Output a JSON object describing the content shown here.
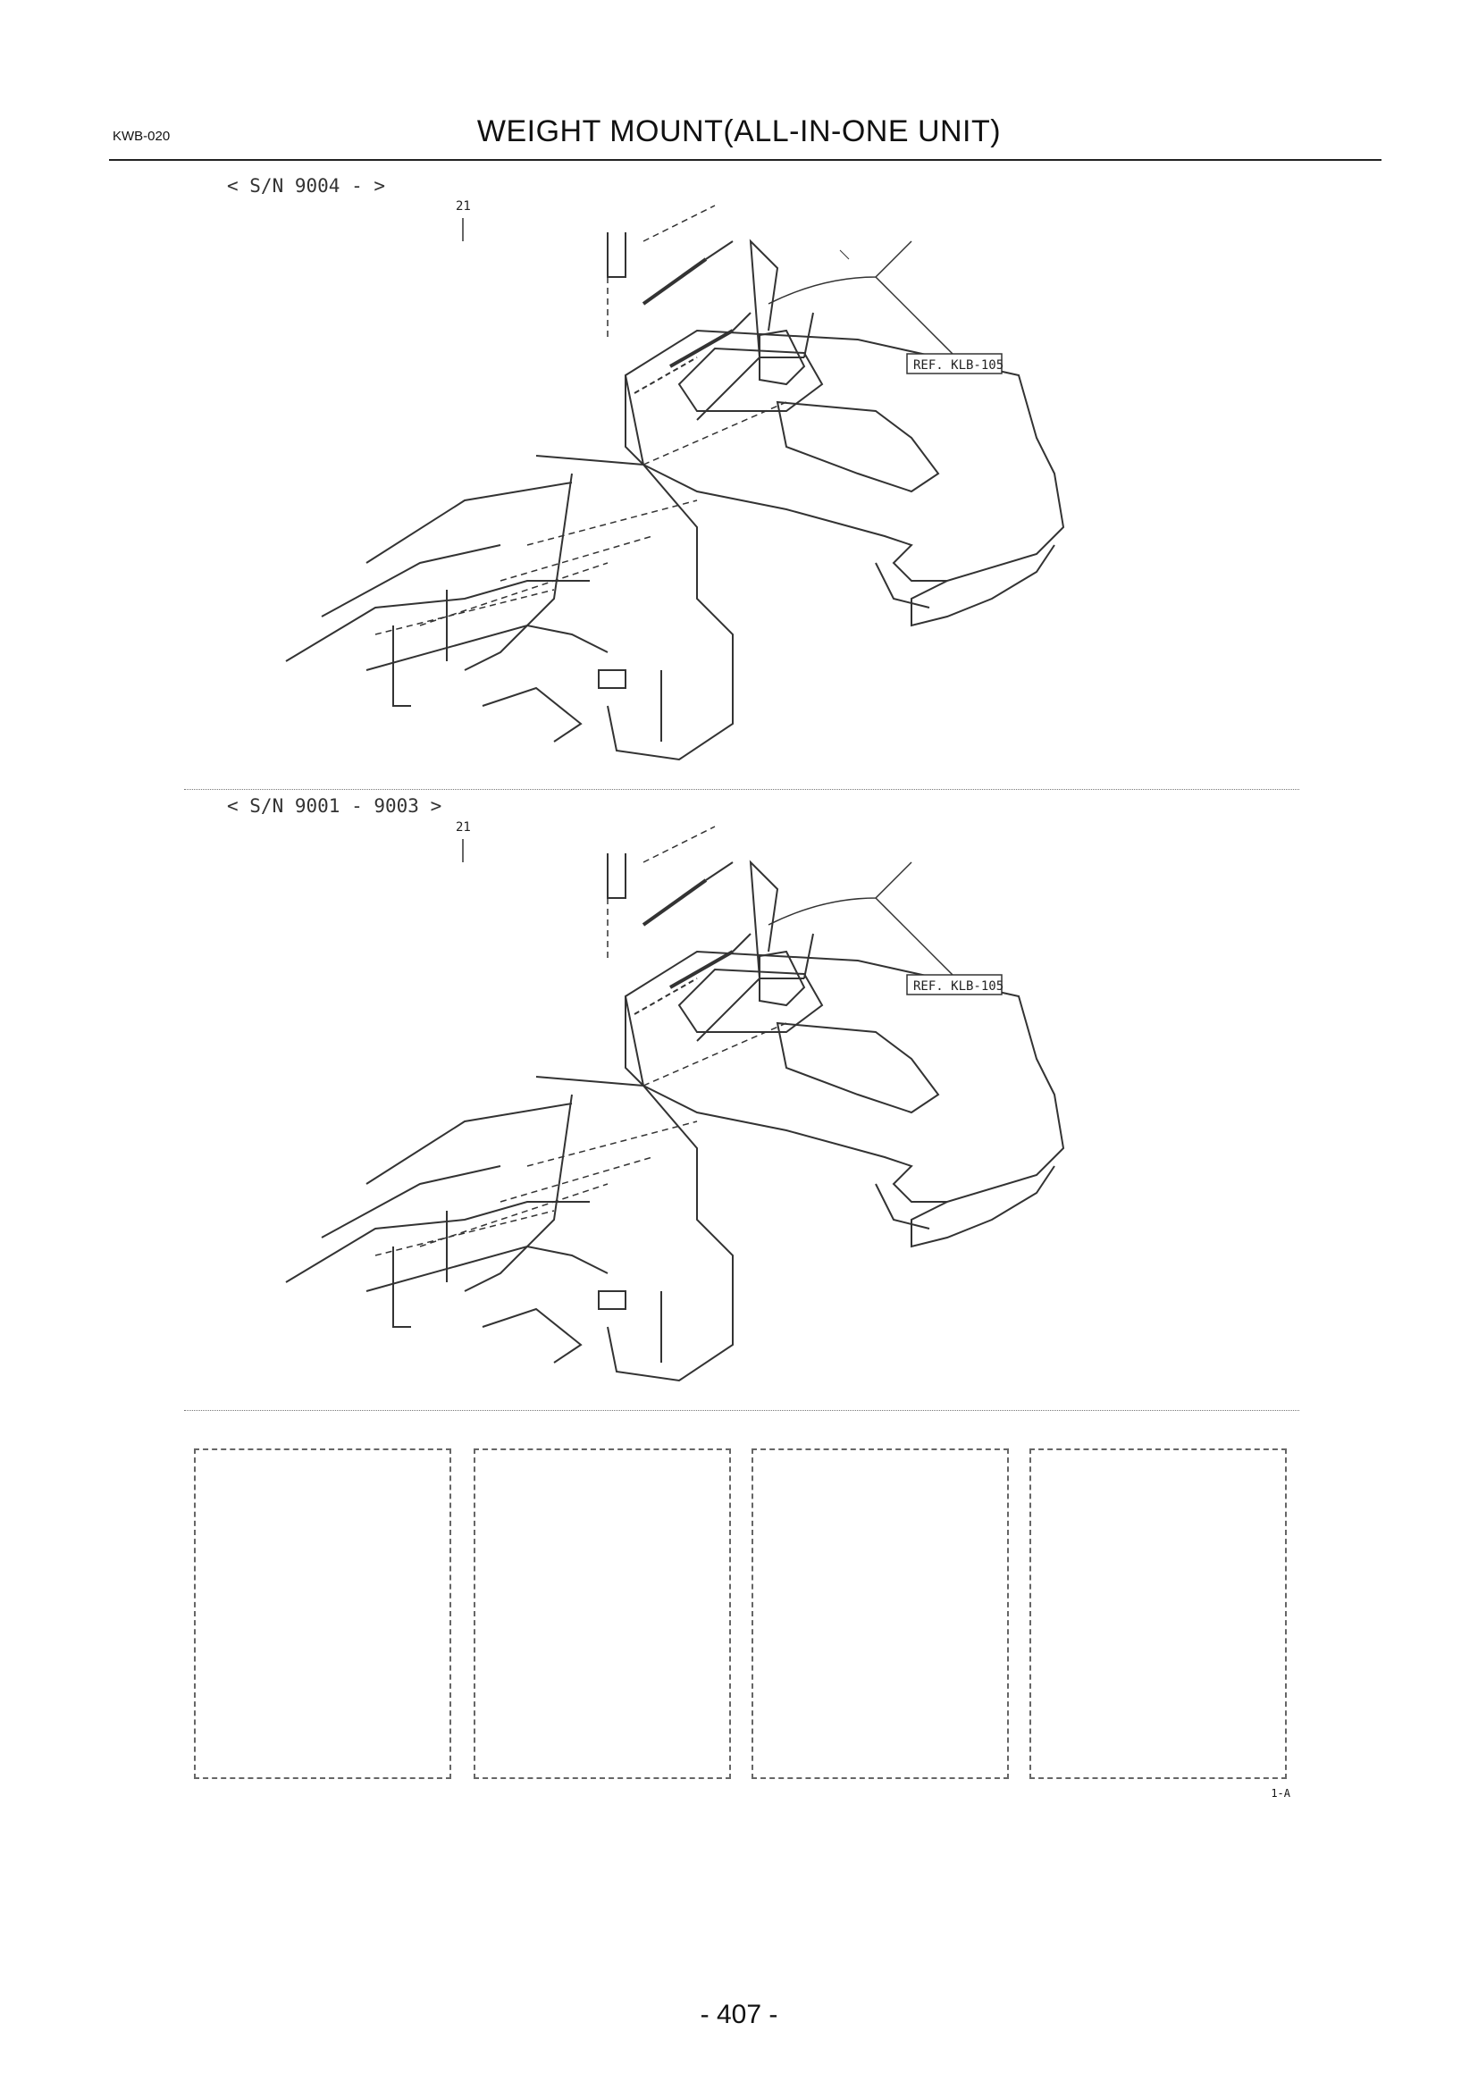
{
  "header": {
    "code": "KWB-020",
    "title": "WEIGHT MOUNT(ALL-IN-ONE UNIT)"
  },
  "diagrams": [
    {
      "serial_range": "< S/N 9004 -          >",
      "part_label": "21",
      "reference": "REF. KLB-105"
    },
    {
      "serial_range": "< S/N 9001  -  9003 >",
      "part_label": "21",
      "reference": "REF. KLB-105"
    }
  ],
  "notes_boxes": [
    "",
    "",
    "",
    ""
  ],
  "figure_code": "1-A",
  "page_number": "- 407 -",
  "icons": [
    "exploded-assembly-drawing"
  ]
}
